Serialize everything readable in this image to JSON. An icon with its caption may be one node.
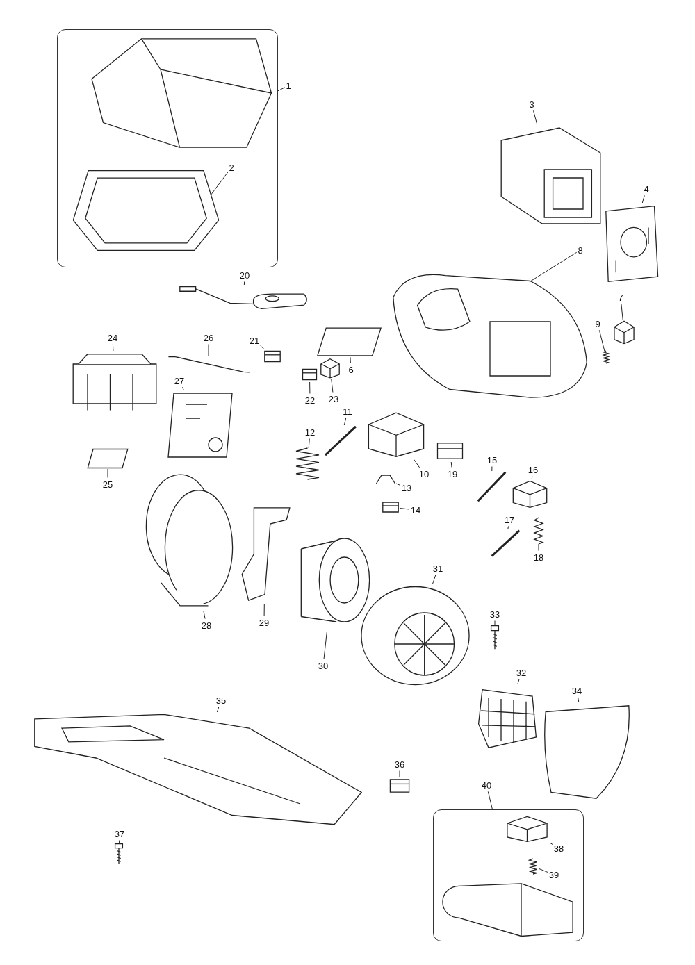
{
  "diagram": {
    "nodes": [
      {
        "text": [],
        "shape": "box"
      },
      {
        "text": [
          "1"
        ]
      },
      {
        "text": [
          "2"
        ],
        "in": 0
      },
      {
        "text": [],
        "shape": "picture",
        "in": 0
      },
      {
        "text": [
          "3"
        ]
      },
      {
        "text": [],
        "shape": "picture"
      },
      {
        "text": [
          "4"
        ]
      },
      {
        "text": [],
        "shape": "picture"
      },
      {
        "text": [
          "8"
        ]
      },
      {
        "text": [],
        "shape": "picture"
      },
      {
        "text": [
          "20"
        ]
      },
      {
        "text": [],
        "shape": "picture"
      },
      {
        "text": [
          "26"
        ]
      },
      {
        "text": [],
        "shape": "picture"
      },
      {
        "text": [
          "21"
        ]
      },
      {
        "text": [],
        "shape": "picture"
      },
      {
        "text": [
          "9"
        ]
      },
      {
        "text": [],
        "shape": "picture"
      },
      {
        "text": [
          "7"
        ]
      },
      {
        "text": [],
        "shape": "picture"
      },
      {
        "text": [
          "6"
        ]
      },
      {
        "text": [],
        "shape": "box"
      },
      {
        "text": [
          "24"
        ]
      },
      {
        "text": [],
        "shape": "picture"
      },
      {
        "text": [
          "22"
        ]
      },
      {
        "text": [],
        "shape": "picture"
      },
      {
        "text": [
          "23"
        ]
      },
      {
        "text": [],
        "shape": "picture"
      },
      {
        "text": [
          "27"
        ]
      },
      {
        "text": [],
        "shape": "picture"
      },
      {
        "text": [
          "25"
        ]
      },
      {
        "text": [],
        "shape": "box"
      },
      {
        "text": [
          "11"
        ]
      },
      {
        "text": [],
        "shape": "picture"
      },
      {
        "text": [
          "12"
        ]
      },
      {
        "text": [],
        "shape": "picture"
      },
      {
        "text": [
          "10"
        ]
      },
      {
        "text": [],
        "shape": "picture"
      },
      {
        "text": [
          "19"
        ]
      },
      {
        "text": [],
        "shape": "picture"
      },
      {
        "text": [
          "15"
        ]
      },
      {
        "text": [],
        "shape": "picture"
      },
      {
        "text": [
          "16"
        ]
      },
      {
        "text": [],
        "shape": "picture"
      },
      {
        "text": [
          "13"
        ]
      },
      {
        "text": [],
        "shape": "picture"
      },
      {
        "text": [
          "14"
        ]
      },
      {
        "text": [],
        "shape": "picture"
      },
      {
        "text": [
          "17"
        ]
      },
      {
        "text": [],
        "shape": "picture"
      },
      {
        "text": [
          "18"
        ]
      },
      {
        "text": [],
        "shape": "picture"
      },
      {
        "text": [
          "28"
        ]
      },
      {
        "text": [],
        "shape": "picture"
      },
      {
        "text": [
          "29"
        ]
      },
      {
        "text": [],
        "shape": "picture"
      },
      {
        "text": [
          "30"
        ]
      },
      {
        "text": [],
        "shape": "picture"
      },
      {
        "text": [
          "31"
        ]
      },
      {
        "text": [],
        "shape": "picture"
      },
      {
        "text": [
          "33"
        ]
      },
      {
        "text": [],
        "shape": "picture"
      },
      {
        "text": [
          "32"
        ]
      },
      {
        "text": [],
        "shape": "picture"
      },
      {
        "text": [
          "34"
        ]
      },
      {
        "text": [],
        "shape": "picture"
      },
      {
        "text": [
          "35"
        ]
      },
      {
        "text": [],
        "shape": "picture"
      },
      {
        "text": [
          "36"
        ]
      },
      {
        "text": [],
        "shape": "picture"
      },
      {
        "text": [
          "40"
        ]
      },
      {
        "text": [],
        "shape": "box"
      },
      {
        "text": [
          "38"
        ],
        "in": 71
      },
      {
        "text": [],
        "shape": "picture",
        "in": 71
      },
      {
        "text": [
          "39"
        ],
        "in": 71
      },
      {
        "text": [],
        "shape": "picture",
        "in": 71
      },
      {
        "text": [
          "37"
        ]
      },
      {
        "text": [],
        "shape": "picture"
      }
    ],
    "edges": [
      {
        "from": 1,
        "to": 0,
        "arrow": "none"
      },
      {
        "from": 2,
        "to": 3,
        "arrow": "none"
      },
      {
        "from": 4,
        "to": 5,
        "arrow": "none"
      },
      {
        "from": 6,
        "to": 7,
        "arrow": "none"
      },
      {
        "from": 8,
        "to": 9,
        "arrow": "none"
      },
      {
        "from": 10,
        "to": 11,
        "arrow": "none"
      },
      {
        "from": 12,
        "to": 13,
        "arrow": "none"
      },
      {
        "from": 14,
        "to": 15,
        "arrow": "none"
      },
      {
        "from": 16,
        "to": 17,
        "arrow": "none"
      },
      {
        "from": 18,
        "to": 19,
        "arrow": "none"
      },
      {
        "from": 20,
        "to": 21,
        "arrow": "none"
      },
      {
        "from": 22,
        "to": 23,
        "arrow": "none"
      },
      {
        "from": 24,
        "to": 25,
        "arrow": "none"
      },
      {
        "from": 26,
        "to": 27,
        "arrow": "none"
      },
      {
        "from": 28,
        "to": 29,
        "arrow": "none"
      },
      {
        "from": 30,
        "to": 31,
        "arrow": "none"
      },
      {
        "from": 32,
        "to": 33,
        "arrow": "none"
      },
      {
        "from": 34,
        "to": 35,
        "arrow": "none"
      },
      {
        "from": 36,
        "to": 37,
        "arrow": "none"
      },
      {
        "from": 38,
        "to": 39,
        "arrow": "none"
      },
      {
        "from": 40,
        "to": 41,
        "arrow": "none"
      },
      {
        "from": 42,
        "to": 43,
        "arrow": "none"
      },
      {
        "from": 44,
        "to": 45,
        "arrow": "none"
      },
      {
        "from": 46,
        "to": 47,
        "arrow": "none"
      },
      {
        "from": 48,
        "to": 49,
        "arrow": "none"
      },
      {
        "from": 50,
        "to": 51,
        "arrow": "none"
      },
      {
        "from": 52,
        "to": 53,
        "arrow": "none"
      },
      {
        "from": 54,
        "to": 55,
        "arrow": "none"
      },
      {
        "from": 56,
        "to": 57,
        "arrow": "none"
      },
      {
        "from": 58,
        "to": 59,
        "arrow": "none"
      },
      {
        "from": 60,
        "to": 61,
        "arrow": "none"
      },
      {
        "from": 62,
        "to": 63,
        "arrow": "none"
      },
      {
        "from": 64,
        "to": 65,
        "arrow": "none"
      },
      {
        "from": 66,
        "to": 67,
        "arrow": "none"
      },
      {
        "from": 68,
        "to": 69,
        "arrow": "none"
      },
      {
        "from": 70,
        "to": 71,
        "arrow": "none"
      },
      {
        "from": 72,
        "to": 73,
        "arrow": "none"
      },
      {
        "from": 74,
        "to": 75,
        "arrow": "none"
      },
      {
        "from": 76,
        "to": 77,
        "arrow": "none"
      }
    ]
  }
}
